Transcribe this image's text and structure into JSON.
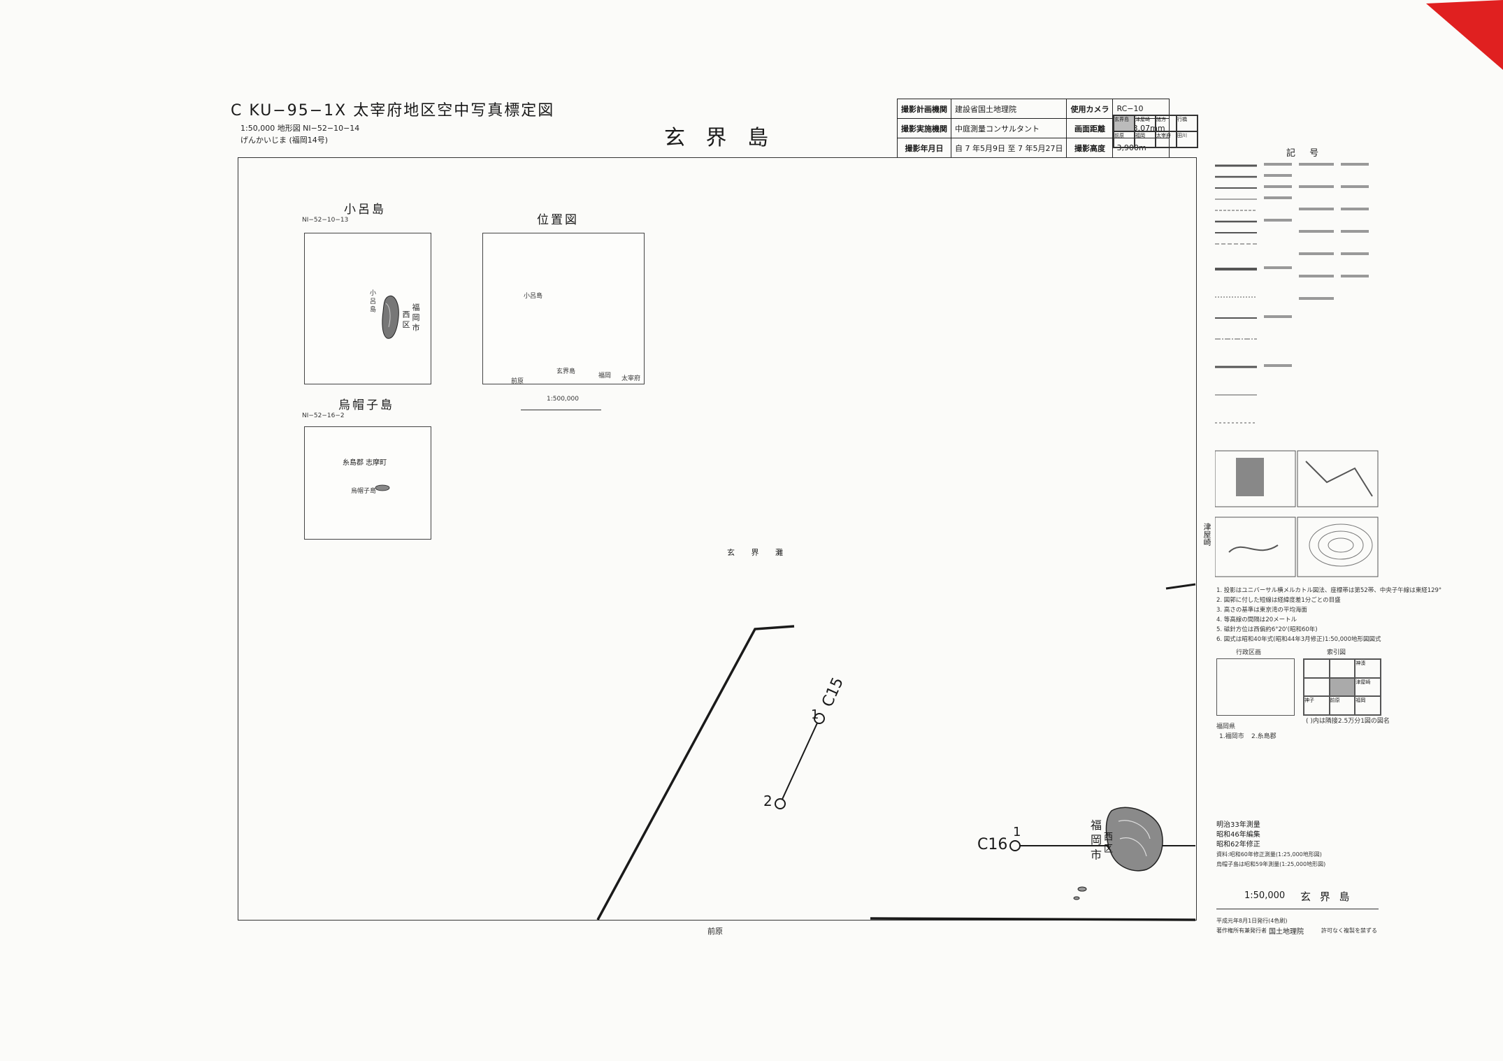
{
  "header": {
    "title": "C KU−95−1X  太宰府地区空中写真標定図",
    "scale_line": "1:50,000 地形図   NI−52−10−14",
    "reading_line": "げんかいじま         (福岡14号)",
    "sheet_name": "玄 界 島"
  },
  "info_table": {
    "r1_label": "撮影計画機関",
    "r1_value": "建設省国土地理院",
    "r1_label2": "使用カメラ",
    "r1_value2": "RC−10",
    "r2_label": "撮影実施機関",
    "r2_value": "中庭測量コンサルタント",
    "r2_label2": "画面距離",
    "r2_value2": "F:153.07mm",
    "r3_label": "撮影年月日",
    "r3_value": "自 7 年5月9日 至 7 年5月27日",
    "r3_label2": "撮影高度",
    "r3_value2": "3,900m"
  },
  "adjacent_index": [
    "玄界島",
    "津屋崎",
    "諸方",
    "行橋",
    "前原",
    "福岡",
    "太宰府",
    "田川"
  ],
  "insets": {
    "koro": {
      "title": "小呂島",
      "code": "NI−52−10−13",
      "label_city": "福 岡 市",
      "label_ward": "西 区",
      "label_island": "小 呂 島"
    },
    "location": {
      "title": "位置図",
      "scale": "1:500,000",
      "labels": [
        "小呂島",
        "玄界島",
        "前原",
        "福岡",
        "太宰府"
      ]
    },
    "eboshi": {
      "title": "烏帽子島",
      "code": "NI−52−16−2",
      "label_town": "糸島郡 志摩町",
      "label_island": "烏帽子島"
    }
  },
  "map": {
    "sea_label": "玄 界 灘",
    "bottom_label": "前原",
    "right_label": "津屋崎",
    "city_label": "福 岡 市",
    "ward_label": "西 区",
    "flight_lines": [
      {
        "id": "C15",
        "label": "C15",
        "start": "1",
        "end": "2"
      },
      {
        "id": "C16",
        "label": "C16",
        "start": "1"
      }
    ]
  },
  "legend": {
    "title": "記 号",
    "notes": [
      "1. 投影はユニバーサル横メルカトル図法、座標帯は第52帯、中央子午線は東経129°",
      "2. 図郭に付した短線は経緯度差1分ごとの目盛",
      "3. 高さの基準は東京湾の平均海面",
      "4. 等高線の間隔は20メートル",
      "5. 磁針方位は西偏約6°20'(昭和60年)",
      "6. 図式は昭和40年式(昭和44年3月修正)1:50,000地形図図式"
    ],
    "admin_title": "行政区画",
    "index_title": "索引図",
    "admin_names": [
      "福岡県",
      "1.福岡市",
      "2.糸島郡"
    ],
    "index_names": [
      "神湊",
      "津屋崎",
      "神子",
      "前原",
      "福岡"
    ],
    "index_note": "( )内は隣接2.5万分1図の図名",
    "history": [
      "明治33年測量",
      "昭和46年編集",
      "昭和62年修正"
    ],
    "history_note1": "資料:昭和60年修正測量(1:25,000地形図)",
    "history_note2": "烏帽子島は昭和59年測量(1:25,000地形図)",
    "footer_scale": "1:50,000",
    "footer_name": "玄 界 島",
    "footer_issue": "平成元年8月1日発行(4色刷)",
    "footer_publisher": "国土地理院",
    "footer_copyright": "著作権所有兼発行者",
    "footer_rule": "許可なく複製を禁ずる"
  }
}
